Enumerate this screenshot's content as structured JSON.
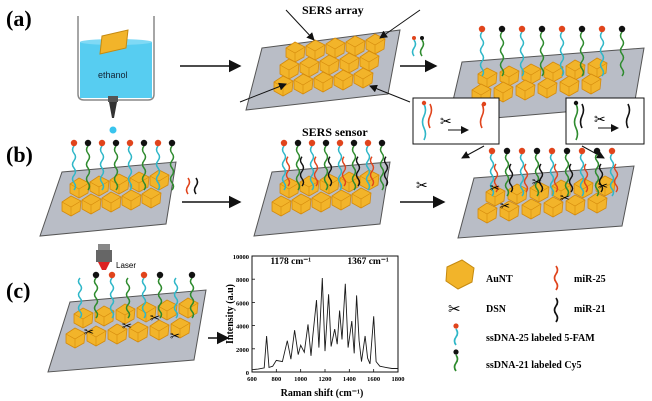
{
  "panels": {
    "a": "(a)",
    "b": "(b)",
    "c": "(c)"
  },
  "beaker_label": "ethanol",
  "sers_array_title": "SERS array",
  "sers_sensor_title": "SERS sensor",
  "laser_label": "Laser",
  "chart_data": {
    "type": "line",
    "xlabel": "Raman shift (cm⁻¹)",
    "ylabel": "Intensity (a.u)",
    "xlim": [
      600,
      1800
    ],
    "ylim": [
      0,
      10000
    ],
    "xticks": [
      "600",
      "800",
      "1000",
      "1200",
      "1400",
      "1600",
      "1800"
    ],
    "yticks": [
      "0",
      "2000",
      "4000",
      "6000",
      "8000",
      "10000"
    ],
    "annotations": [
      "1178 cm⁻¹",
      "1367 cm⁻¹"
    ],
    "x": [
      600,
      650,
      700,
      720,
      740,
      770,
      800,
      850,
      890,
      920,
      950,
      980,
      1000,
      1030,
      1060,
      1085,
      1100,
      1130,
      1150,
      1178,
      1200,
      1230,
      1250,
      1280,
      1300,
      1320,
      1340,
      1367,
      1390,
      1420,
      1440,
      1460,
      1480,
      1500,
      1530,
      1550,
      1570,
      1600,
      1620,
      1650,
      1700,
      1750,
      1800
    ],
    "y": [
      200,
      250,
      350,
      3100,
      400,
      500,
      1000,
      900,
      2700,
      1100,
      3600,
      1500,
      2300,
      1700,
      4100,
      1400,
      3100,
      6200,
      2100,
      8100,
      1800,
      6700,
      2200,
      3700,
      2400,
      5300,
      2800,
      7600,
      2100,
      4400,
      1600,
      6600,
      2700,
      900,
      3100,
      1200,
      700,
      4800,
      900,
      500,
      400,
      300,
      300
    ]
  },
  "legend": [
    {
      "icon": "aunt-icon",
      "label": "AuNT"
    },
    {
      "icon": "mir25-icon",
      "label": "miR-25"
    },
    {
      "icon": "dsn-scissors-icon",
      "label": "DSN"
    },
    {
      "icon": "mir21-icon",
      "label": "miR-21"
    },
    {
      "icon": "ssdna25-icon",
      "label": "ssDNA-25 labeled 5-FAM"
    },
    {
      "icon": "ssdna21-icon",
      "label": "ssDNA-21 labeled Cy5"
    }
  ],
  "colors": {
    "gold": "#f2b42a",
    "gold_dark": "#d48a0c",
    "slide": "#b9bdc6",
    "red_strand": "#e0441c",
    "teal_strand": "#2fb7c8",
    "green_strand": "#2e8b2e",
    "beaker_liquid": "#39c4ee",
    "curve": "#1a1a1a"
  }
}
